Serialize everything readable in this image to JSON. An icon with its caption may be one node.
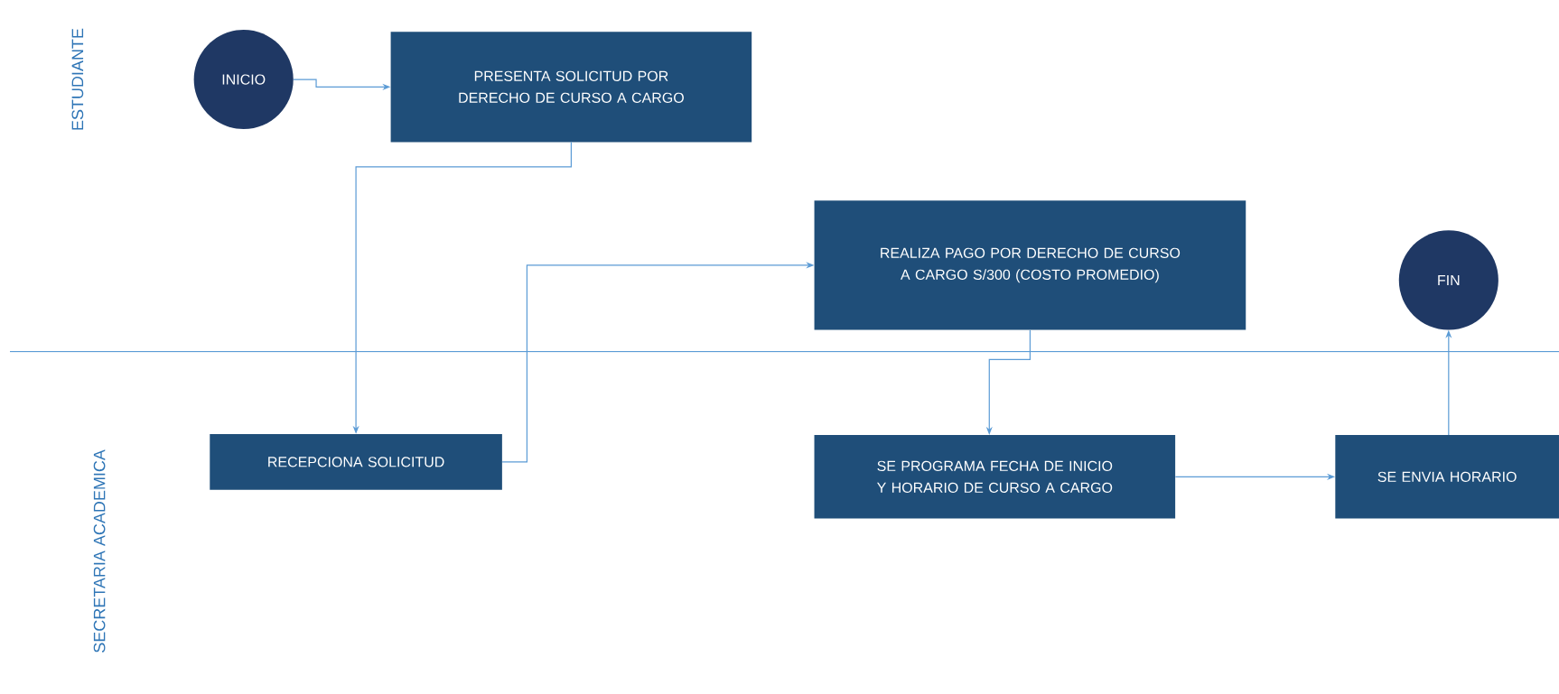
{
  "diagram": {
    "nodes": [
      {
        "text": [
          "INICIO"
        ]
      },
      {
        "text": [
          "PRESENTA SOLICITUD POR DERECHO DE CURSO A CARGO"
        ]
      },
      {
        "text": [
          "REALIZA PAGO POR DERECHO DE CURSO A CARGO S/300 (COSTO PROMEDIO)"
        ]
      },
      {
        "text": [
          "FIN"
        ]
      },
      {
        "text": [
          "RECEPCIONA SOLICITUD"
        ]
      },
      {
        "text": [
          "SE PROGRAMA FECHA DE INICIO Y HORARIO DE CURSO A CARGO"
        ]
      },
      {
        "text": [
          "SE ENVIA HORARIO"
        ]
      }
    ],
    "edges": [
      {
        "from": 0,
        "to": 1,
        "arrow": "to"
      },
      {
        "from": 1,
        "to": 4,
        "arrow": "to"
      },
      {
        "from": 4,
        "to": 2,
        "arrow": "to"
      },
      {
        "from": 2,
        "to": 5,
        "arrow": "to"
      },
      {
        "from": 5,
        "to": 6,
        "arrow": "to"
      },
      {
        "from": 6,
        "to": 3,
        "arrow": "to"
      }
    ],
    "labels": [
      "ESTUDIANTE",
      "SECRETARIA ACADEMICA"
    ]
  }
}
